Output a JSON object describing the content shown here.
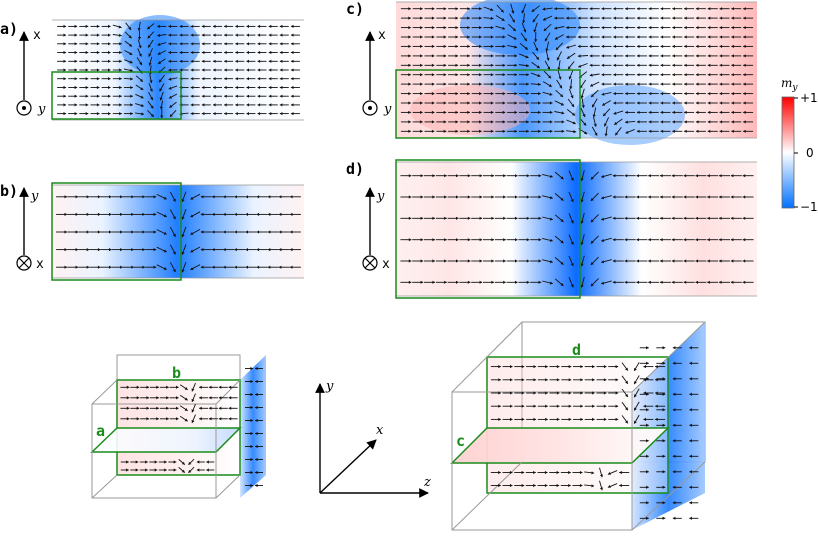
{
  "panels": {
    "a": {
      "label": "a)"
    },
    "b": {
      "label": "b)"
    },
    "c": {
      "label": "c)"
    },
    "d": {
      "label": "d)"
    }
  },
  "axes2d": {
    "a": {
      "up": "x",
      "side": "y"
    },
    "b": {
      "up": "y",
      "side": "x"
    },
    "c": {
      "up": "x",
      "side": "y"
    },
    "d": {
      "up": "y",
      "side": "x"
    }
  },
  "colorbar": {
    "title": "m",
    "title_sub": "y",
    "ticks": [
      "+1",
      "0",
      "−1"
    ],
    "color_pos": "#ff0000",
    "color_zero": "#ffffff",
    "color_neg": "#0070ff"
  },
  "cubes": {
    "small": {
      "label_plane_xz": "a",
      "label_plane_xy": "b"
    },
    "large": {
      "label_plane_xz": "c",
      "label_plane_xy": "d"
    }
  },
  "axes3d": {
    "y": "y",
    "x": "x",
    "z": "z"
  },
  "colors": {
    "highlight": "#1a8c1a",
    "arrow": "#111111",
    "frame": "#999999"
  }
}
